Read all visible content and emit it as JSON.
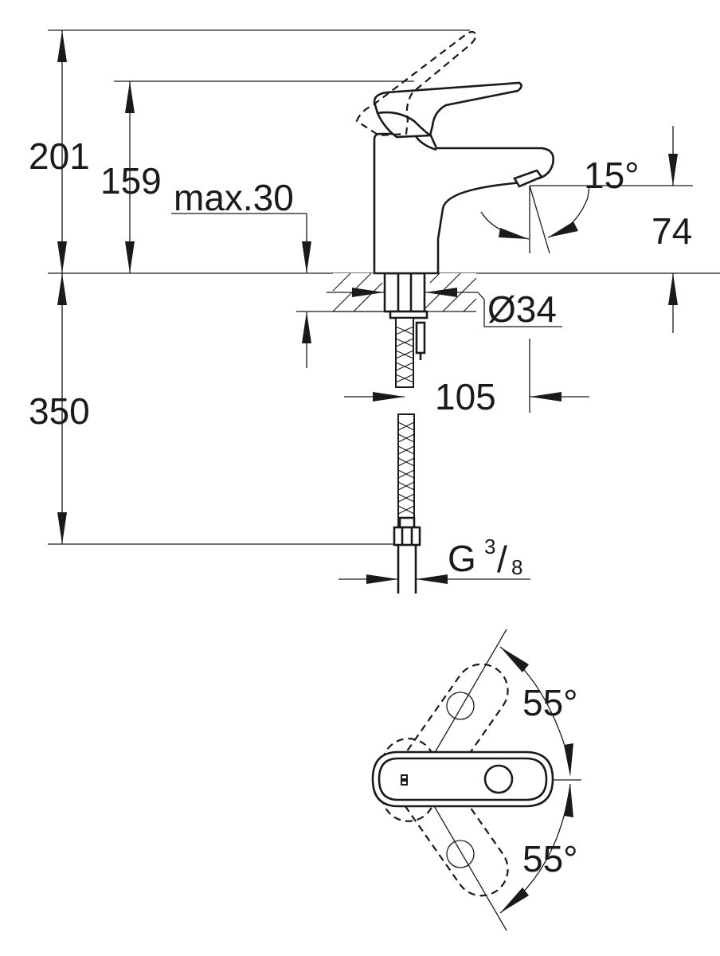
{
  "dimensions": {
    "overall_height": "201",
    "spout_height": "159",
    "max_thickness": "max.30",
    "spout_angle": "15°",
    "outlet_height": "74",
    "hole_diameter": "Ø34",
    "projection": "105",
    "hose_length": "350",
    "connection": "G",
    "connection_num": "3",
    "connection_den": "8",
    "lever_angle_top": "55°",
    "lever_angle_bottom": "55°"
  },
  "icons": {
    "side_view": "faucet-side-elevation",
    "top_view": "faucet-top-view"
  }
}
